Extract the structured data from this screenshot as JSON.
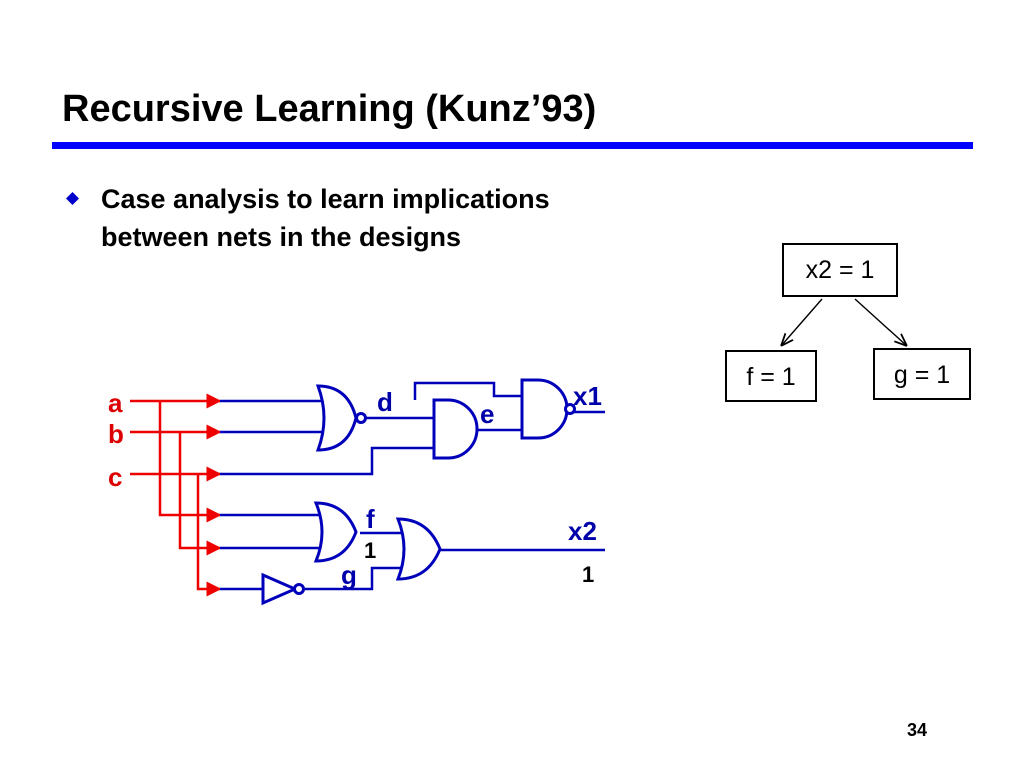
{
  "slide": {
    "title": "Recursive Learning (Kunz’93)",
    "bullet_lines": [
      "Case analysis to learn implications",
      "between nets in the designs"
    ],
    "page_number": "34"
  },
  "circuit": {
    "inputs": [
      "a",
      "b",
      "c"
    ],
    "nets": {
      "d": "d",
      "e": "e",
      "f": "f",
      "g": "g"
    },
    "outputs": {
      "x1": "x1",
      "x2": "x2"
    },
    "values": {
      "f_value": "1",
      "x2_value": "1"
    }
  },
  "tree": {
    "root": "x2 = 1",
    "left": "f = 1",
    "right": "g = 1"
  },
  "colors": {
    "title_rule": "#0000ff",
    "bullet": "#0000cc",
    "gate": "#0000bb",
    "input_wire": "#ee0000",
    "input_label": "#dd0000",
    "net_label": "#0000aa"
  }
}
